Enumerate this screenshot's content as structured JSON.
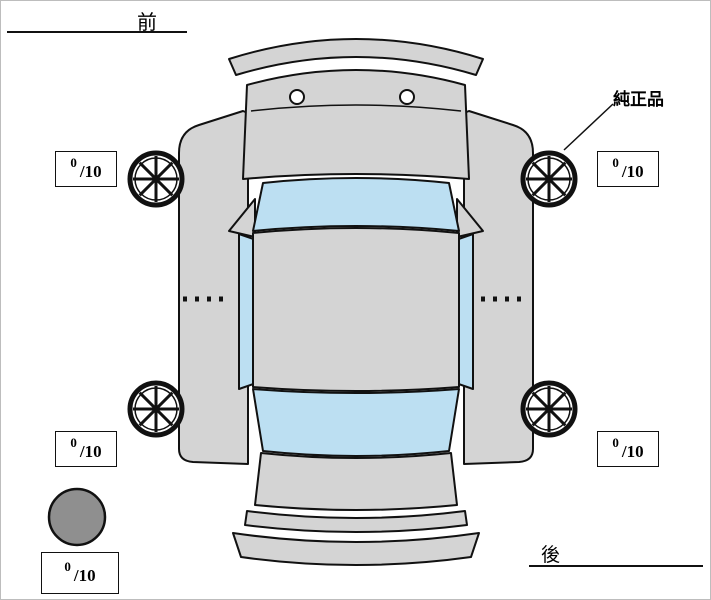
{
  "labels": {
    "front": "前",
    "rear": "後",
    "genuine_part": "純正品"
  },
  "tires": {
    "front_left": {
      "value": "0",
      "denom": "/10"
    },
    "front_right": {
      "value": "0",
      "denom": "/10"
    },
    "rear_left": {
      "value": "0",
      "denom": "/10"
    },
    "rear_right": {
      "value": "0",
      "denom": "/10"
    },
    "spare": {
      "value": "0",
      "denom": "/10"
    }
  },
  "colors": {
    "body_fill": "#d4d4d4",
    "glass_fill": "#bcdff2",
    "spare_fill": "#8f8f8f",
    "outline": "#111111",
    "background": "#ffffff"
  }
}
